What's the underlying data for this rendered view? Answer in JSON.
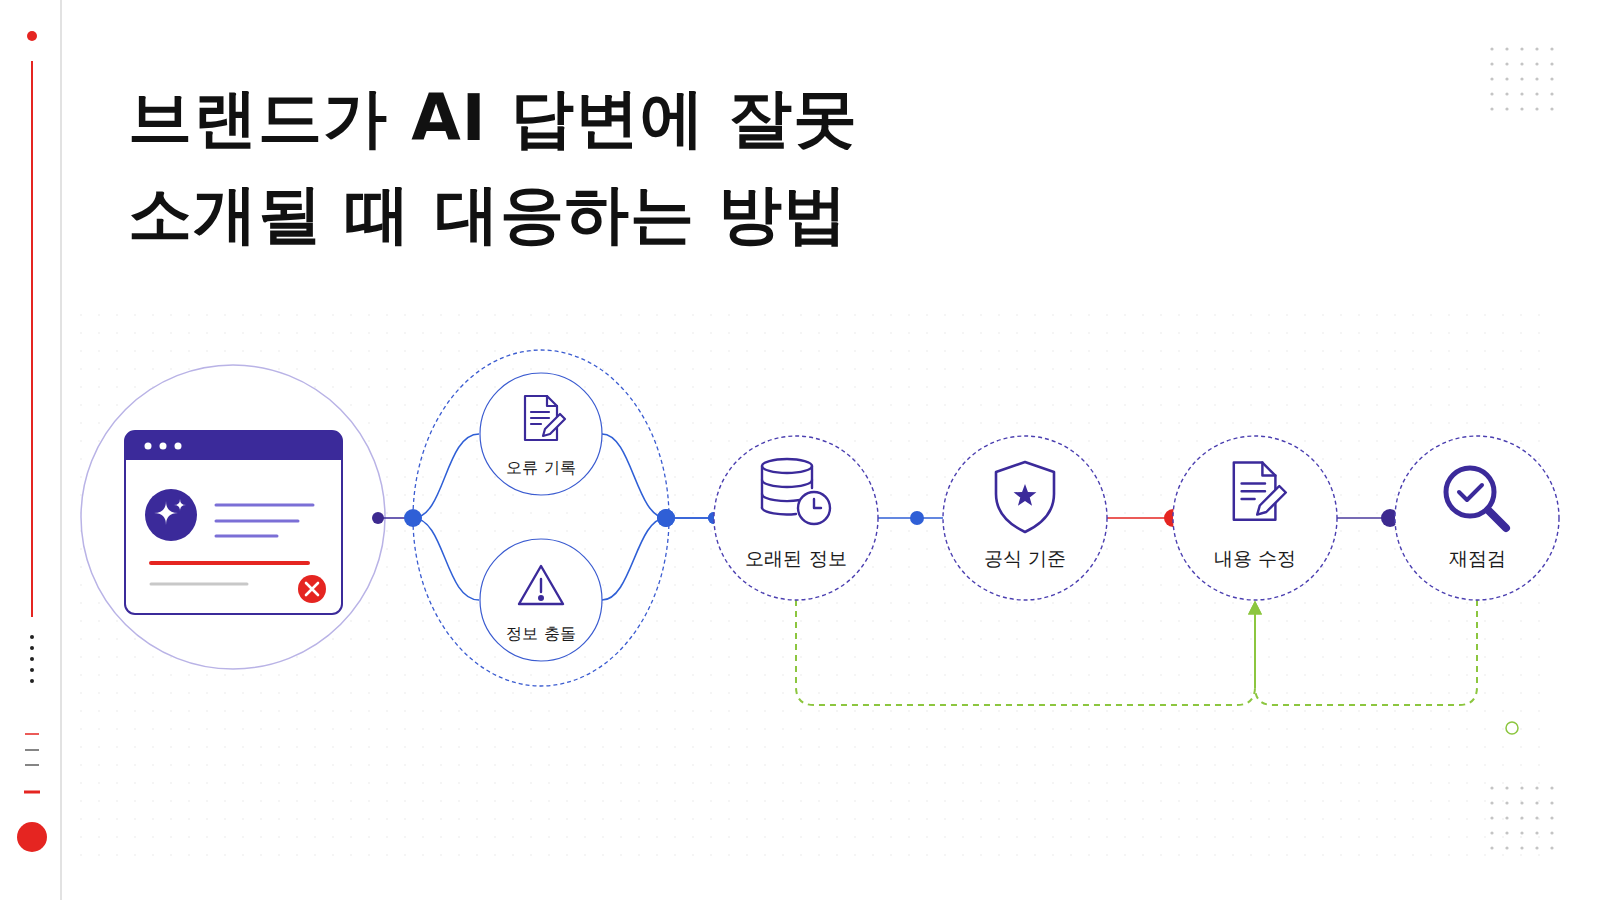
{
  "diagram": {
    "title": "브랜드가 AI 답변에 잘못 소개될 때 대응하는 방법",
    "nodes": [
      {
        "text": [
          "오류 기록"
        ]
      },
      {
        "text": [
          "정보 충돌"
        ]
      },
      {
        "text": [
          "오래된 정보"
        ]
      },
      {
        "text": [
          "공식 기준"
        ]
      },
      {
        "text": [
          "내용 수정"
        ]
      },
      {
        "text": [
          "재점검"
        ]
      }
    ],
    "edges": [
      {
        "from": 0,
        "to": 2,
        "arrow": "none"
      },
      {
        "from": 1,
        "to": 2,
        "arrow": "none"
      },
      {
        "from": 2,
        "to": 3,
        "arrow": "none"
      },
      {
        "from": 3,
        "to": 4,
        "arrow": "none"
      },
      {
        "from": 4,
        "to": 5,
        "arrow": "none"
      },
      {
        "from": 2,
        "to": 4,
        "arrow": "to"
      },
      {
        "from": 5,
        "to": 4,
        "arrow": "to"
      }
    ]
  }
}
